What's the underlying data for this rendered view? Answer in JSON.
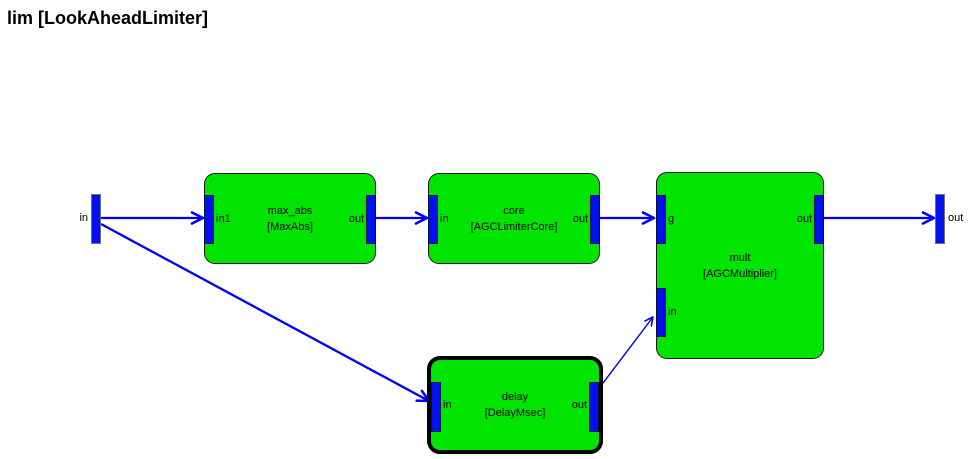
{
  "title": "lim [LookAheadLimiter]",
  "colors": {
    "background": "#ffffff",
    "block_fill": "#00e400",
    "block_border": "#1a1a1a",
    "selected_border": "#000000",
    "wire": "#0000f5",
    "port_fill": "#0011ee",
    "text": "#000000"
  },
  "io": {
    "input_label": "in",
    "output_label": "out"
  },
  "blocks": {
    "max_abs": {
      "label": "max_abs",
      "type_label": "[MaxAbs]",
      "ports": {
        "in": "in1",
        "out": "out"
      }
    },
    "core": {
      "label": "core",
      "type_label": "[AGCLimiterCore]",
      "ports": {
        "in": "in",
        "out": "out"
      }
    },
    "mult": {
      "label": "mult",
      "type_label": "[AGCMultiplier]",
      "ports": {
        "g": "g",
        "in": "in",
        "out": "out"
      }
    },
    "delay": {
      "label": "delay",
      "type_label": "[DelayMsec]",
      "ports": {
        "in": "in",
        "out": "out"
      }
    }
  }
}
